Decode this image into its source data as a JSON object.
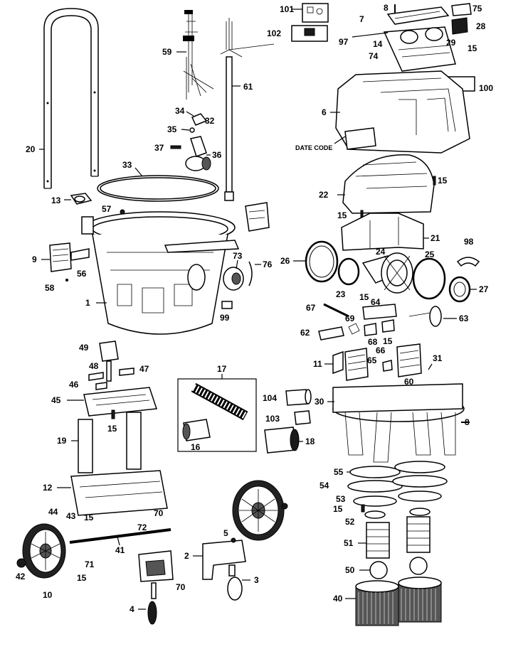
{
  "callouts": {
    "p1": "1",
    "p2": "2",
    "p3": "3",
    "p4": "4",
    "p5": "5",
    "p6": "6",
    "p7": "7",
    "p8a": "8",
    "p8b": "8",
    "p9": "9",
    "p10": "10",
    "p11": "11",
    "p12": "12",
    "p13": "13",
    "p14": "14",
    "p15a": "15",
    "p15b": "15",
    "p15c": "15",
    "p15d": "15",
    "p15e": "15",
    "p15f": "15",
    "p15g": "15",
    "p15h": "15",
    "p15i": "15",
    "p16": "16",
    "p17": "17",
    "p18": "18",
    "p19": "19",
    "p20": "20",
    "p21": "21",
    "p22": "22",
    "p23": "23",
    "p24": "24",
    "p25": "25",
    "p26": "26",
    "p27": "27",
    "p28": "28",
    "p29": "29",
    "p30": "30",
    "p31": "31",
    "p32": "32",
    "p33": "33",
    "p34": "34",
    "p35": "35",
    "p36": "36",
    "p37": "37",
    "p40": "40",
    "p41": "41",
    "p42": "42",
    "p43": "43",
    "p44": "44",
    "p45": "45",
    "p46": "46",
    "p47": "47",
    "p48": "48",
    "p49": "49",
    "p50": "50",
    "p51": "51",
    "p52": "52",
    "p53": "53",
    "p54": "54",
    "p55": "55",
    "p56": "56",
    "p57": "57",
    "p58": "58",
    "p59": "59",
    "p60": "60",
    "p61": "61",
    "p62": "62",
    "p63": "63",
    "p64": "64",
    "p65": "65",
    "p66": "66",
    "p67": "67",
    "p68": "68",
    "p69": "69",
    "p70a": "70",
    "p70b": "70",
    "p71": "71",
    "p72": "72",
    "p73": "73",
    "p74": "74",
    "p75": "75",
    "p76": "76",
    "p97": "97",
    "p98": "98",
    "p99": "99",
    "p100": "100",
    "p101": "101",
    "p102": "102",
    "p103": "103",
    "p104": "104"
  },
  "annotations": {
    "date_code": "DATE CODE"
  }
}
